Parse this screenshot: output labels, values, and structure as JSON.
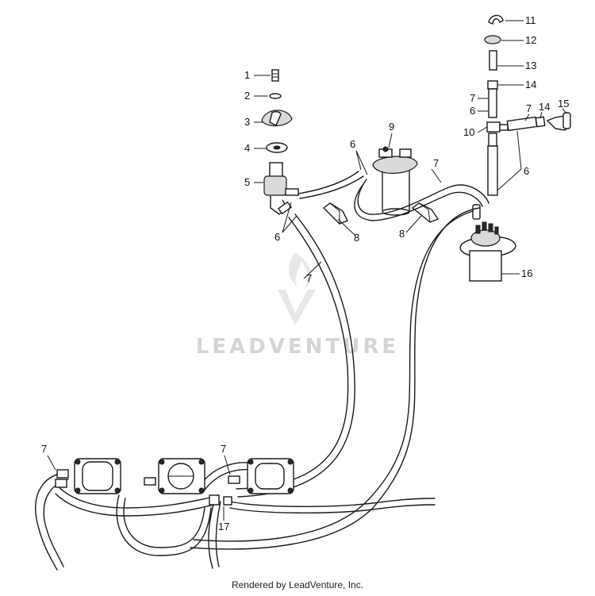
{
  "watermark": {
    "text": "LEADVENTURE"
  },
  "footer": {
    "text": "Rendered by LeadVenture, Inc."
  },
  "callouts": {
    "c1": "1",
    "c2": "2",
    "c3": "3",
    "c4": "4",
    "c5": "5",
    "c6a": "6",
    "c6b": "6",
    "c6c": "6",
    "c6d": "6",
    "c7a": "7",
    "c7b": "7",
    "c7c": "7",
    "c7d": "7",
    "c7e": "7",
    "c7f": "7",
    "c8a": "8",
    "c8b": "8",
    "c9": "9",
    "c10": "10",
    "c11": "11",
    "c12": "12",
    "c13": "13",
    "c14a": "14",
    "c14b": "14",
    "c15": "15",
    "c16": "16",
    "c17": "17"
  },
  "colors": {
    "line": "#1a1a1a",
    "watermark": "#d4d4d4",
    "background": "#ffffff"
  }
}
